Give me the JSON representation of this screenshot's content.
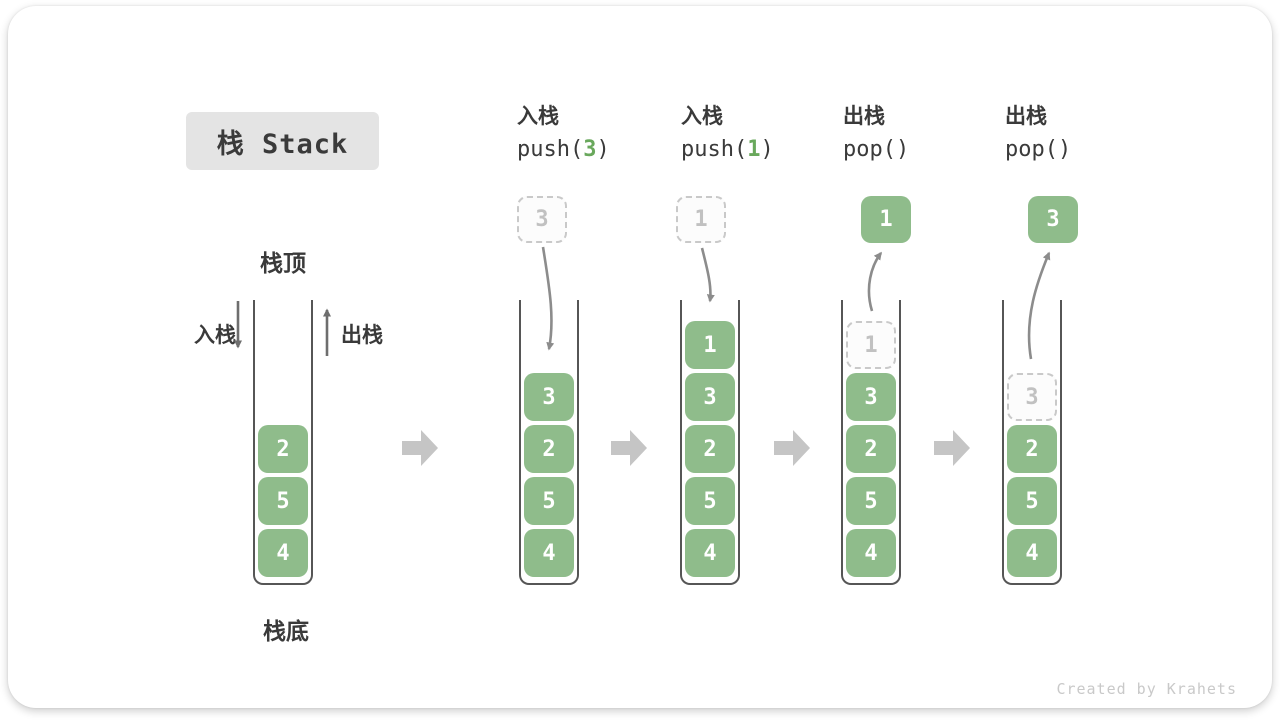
{
  "title": {
    "text": "栈 Stack"
  },
  "labels": {
    "stack_top": "栈顶",
    "stack_bottom": "栈底",
    "push": "入栈",
    "pop": "出栈"
  },
  "watermark": "Created by Krahets",
  "colors": {
    "box_green": "#8fbc8b",
    "arg_green": "#69a85c",
    "text_dark": "#3a3a3a",
    "wall_gray": "#565656",
    "curve_arrow_gray": "#8c8c8c",
    "block_arrow_gray": "#c5c5c5",
    "ghost_border": "#c9c9c9",
    "ghost_text": "#c1c1c1",
    "title_bg": "#e4e4e4"
  },
  "stacks": [
    {
      "name": "stack-initial",
      "cells": [
        {
          "value": "2",
          "style": "solid"
        },
        {
          "value": "5",
          "style": "solid"
        },
        {
          "value": "4",
          "style": "solid"
        }
      ]
    },
    {
      "name": "stack-after-push-3",
      "header": {
        "op": "入栈",
        "fn": "push(",
        "arg": "3",
        "close": ")"
      },
      "floating": {
        "value": "3",
        "style": "ghost"
      },
      "flow_arrow": "down",
      "cells": [
        {
          "value": "3",
          "style": "solid"
        },
        {
          "value": "2",
          "style": "solid"
        },
        {
          "value": "5",
          "style": "solid"
        },
        {
          "value": "4",
          "style": "solid"
        }
      ]
    },
    {
      "name": "stack-after-push-1",
      "header": {
        "op": "入栈",
        "fn": "push(",
        "arg": "1",
        "close": ")"
      },
      "floating": {
        "value": "1",
        "style": "ghost"
      },
      "flow_arrow": "down",
      "cells": [
        {
          "value": "1",
          "style": "solid"
        },
        {
          "value": "3",
          "style": "solid"
        },
        {
          "value": "2",
          "style": "solid"
        },
        {
          "value": "5",
          "style": "solid"
        },
        {
          "value": "4",
          "style": "solid"
        }
      ]
    },
    {
      "name": "stack-after-pop-1",
      "header": {
        "op": "出栈",
        "fn": "pop(",
        "arg": "",
        "close": ")"
      },
      "floating": {
        "value": "1",
        "style": "solid"
      },
      "flow_arrow": "up",
      "cells": [
        {
          "value": "1",
          "style": "ghost"
        },
        {
          "value": "3",
          "style": "solid"
        },
        {
          "value": "2",
          "style": "solid"
        },
        {
          "value": "5",
          "style": "solid"
        },
        {
          "value": "4",
          "style": "solid"
        }
      ]
    },
    {
      "name": "stack-after-pop-3",
      "header": {
        "op": "出栈",
        "fn": "pop(",
        "arg": "",
        "close": ")"
      },
      "floating": {
        "value": "3",
        "style": "solid"
      },
      "flow_arrow": "up",
      "cells": [
        {
          "value": "3",
          "style": "ghost"
        },
        {
          "value": "2",
          "style": "solid"
        },
        {
          "value": "5",
          "style": "solid"
        },
        {
          "value": "4",
          "style": "solid"
        }
      ]
    }
  ]
}
